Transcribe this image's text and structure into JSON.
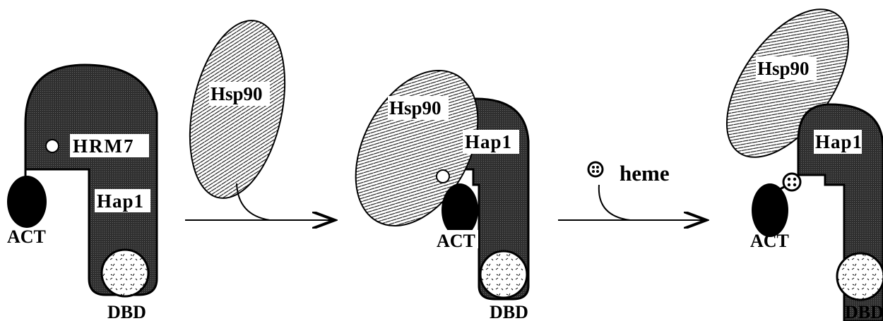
{
  "labels": {
    "hrm7": "HRM7",
    "hap1": "Hap1",
    "act": "ACT",
    "dbd": "DBD",
    "hsp90": "Hsp90",
    "heme": "heme"
  },
  "colors": {
    "hap1_body": "#3d3d3d",
    "act": "#000000",
    "hsp90_fill": "#ffffff",
    "dbd_fill": "#ffffff",
    "line": "#000000"
  }
}
